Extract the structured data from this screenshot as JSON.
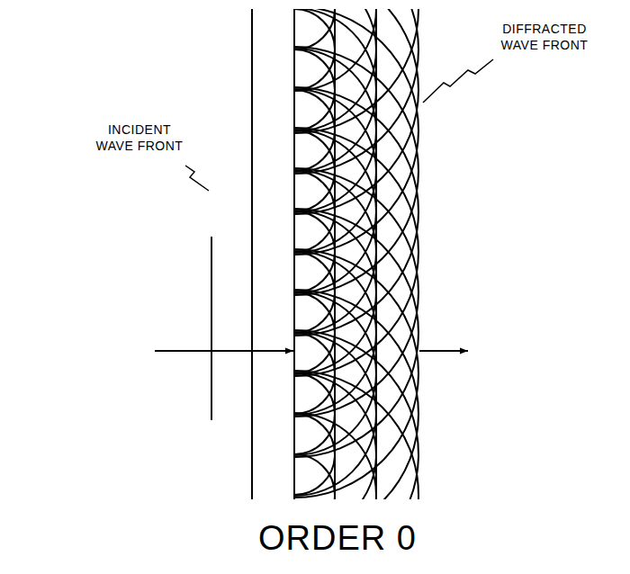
{
  "diagram": {
    "caption": "ORDER 0",
    "labels": [
      "INCIDENT WAVE FRONT",
      "DIFFRACTED WAVE FRONT"
    ]
  }
}
